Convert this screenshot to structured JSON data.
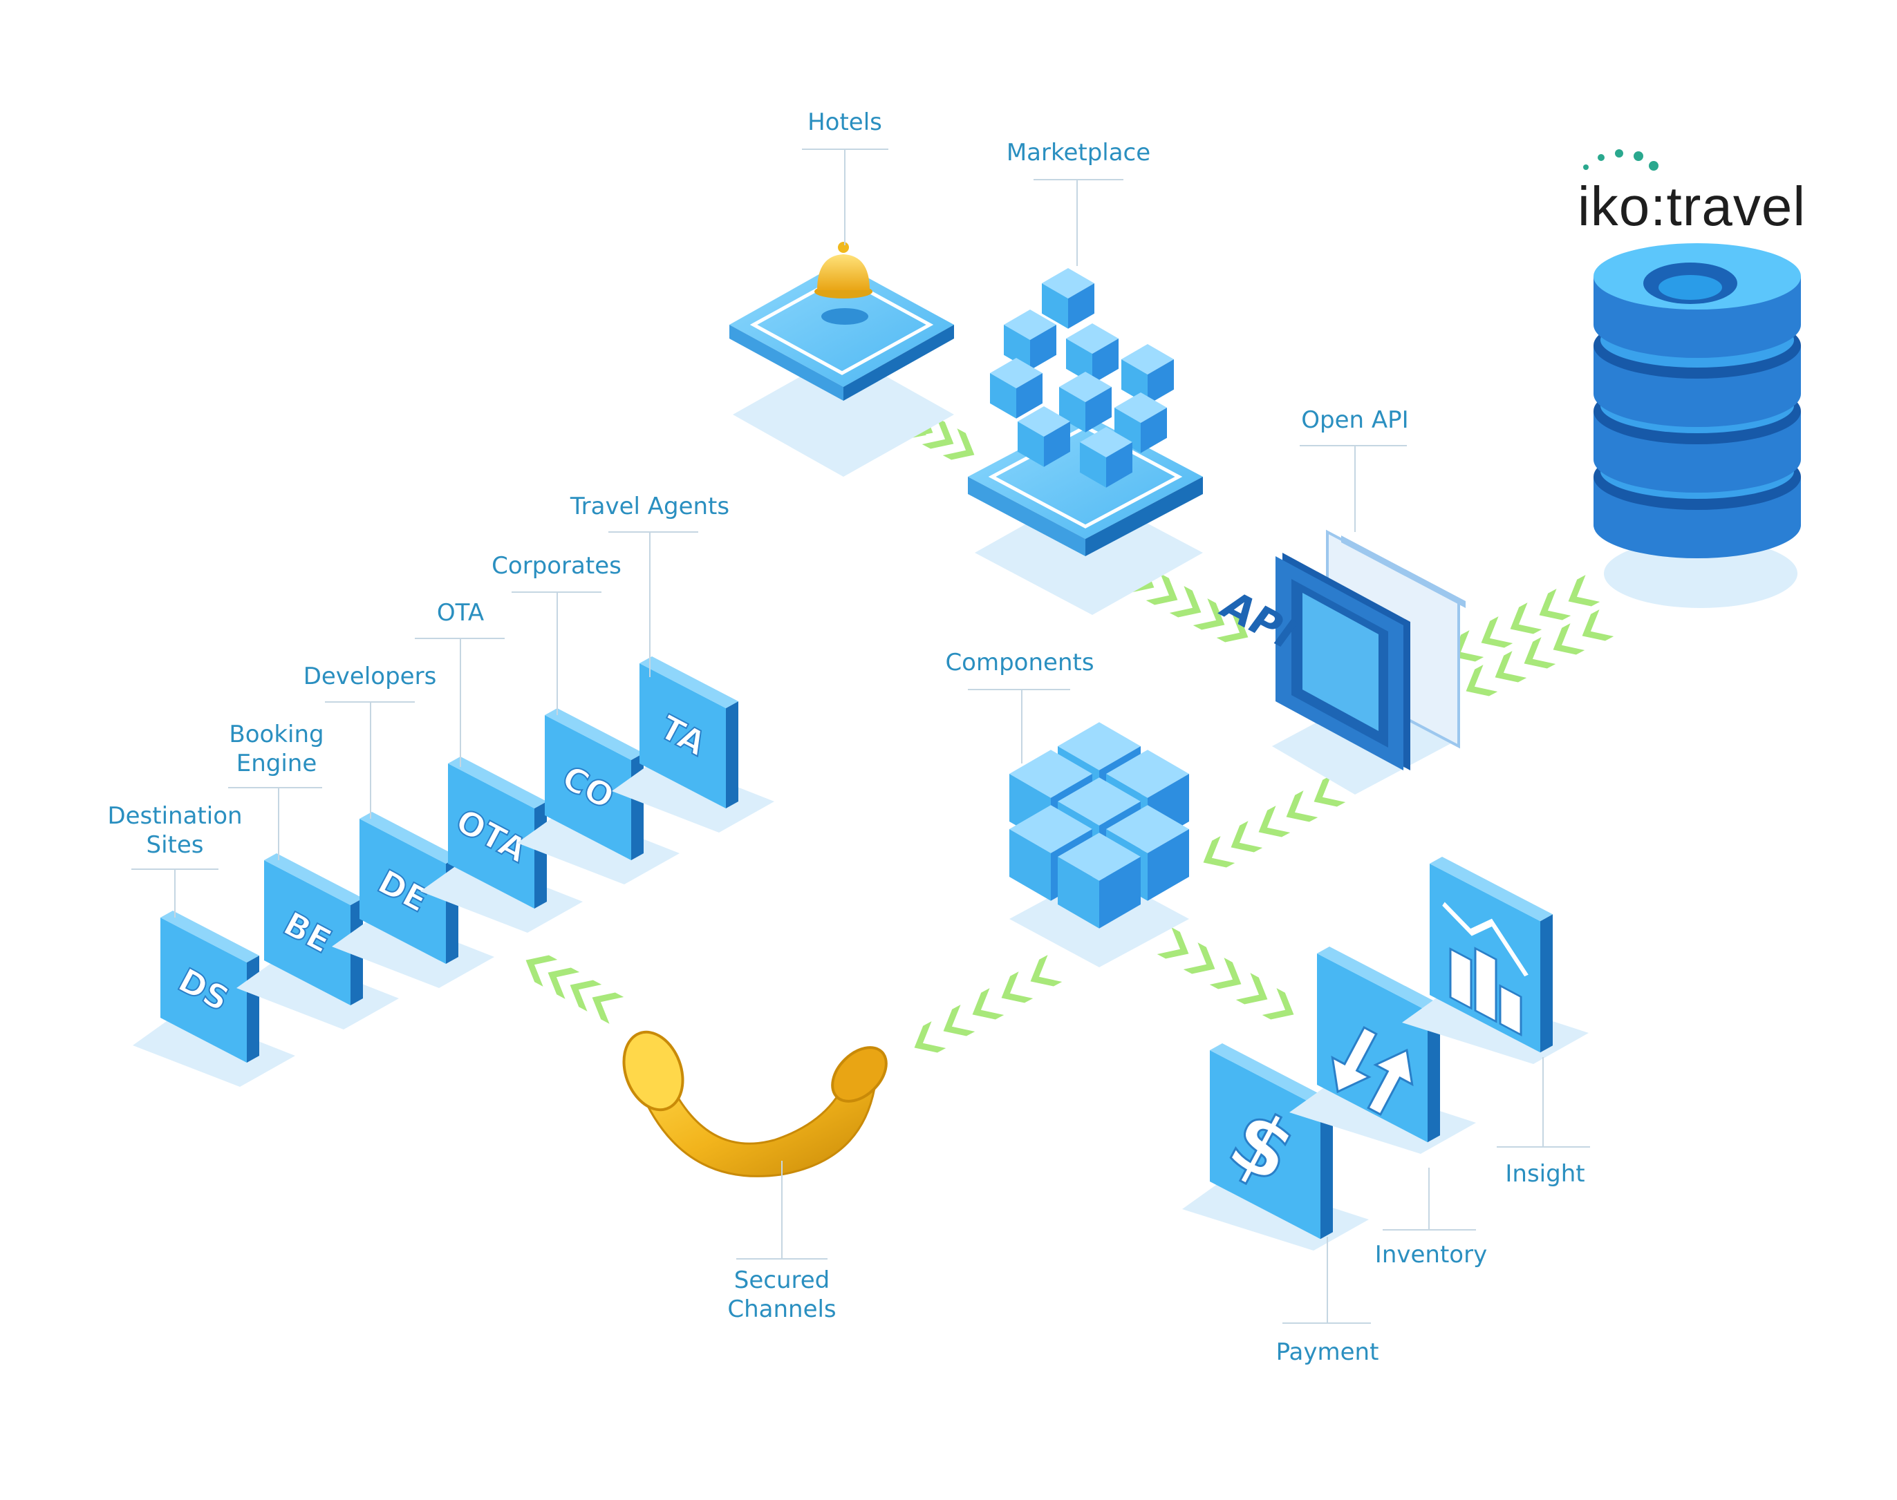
{
  "logo": {
    "text": "iko:travel",
    "dot_color": "#2aa88e"
  },
  "colors": {
    "label": "#2a8fc0",
    "tile_front": "#3fb0ef",
    "tile_side": "#1a6fb9",
    "tile_top": "#8fd6fb",
    "shadow": "#dbeefb",
    "arrow": "#a8e87a",
    "gold": "#f0b81c",
    "db_ring": "#2f93e2"
  },
  "icons": {
    "hotels": "service-bell-icon",
    "marketplace": "cube-cluster-icon",
    "api": "api-chip-icon",
    "database": "database-icon",
    "components": "cube-stack-icon",
    "secured_channels": "pipe-elbow-icon",
    "payment": "dollar-icon",
    "inventory": "up-down-arrows-icon",
    "insight": "bar-chart-icon"
  },
  "labels": {
    "hotels": "Hotels",
    "marketplace": "Marketplace",
    "open_api": "Open API",
    "components": "Components",
    "travel_agents": "Travel Agents",
    "corporates": "Corporates",
    "ota": "OTA",
    "developers": "Developers",
    "booking_engine_1": "Booking",
    "booking_engine_2": "Engine",
    "destination_sites_1": "Destination",
    "destination_sites_2": "Sites",
    "secured_channels_1": "Secured",
    "secured_channels_2": "Channels",
    "payment": "Payment",
    "inventory": "Inventory",
    "insight": "Insight"
  },
  "tiles": {
    "ds": "DS",
    "be": "BE",
    "de": "DE",
    "ota": "OTA",
    "co": "CO",
    "ta": "TA",
    "api": "API"
  }
}
